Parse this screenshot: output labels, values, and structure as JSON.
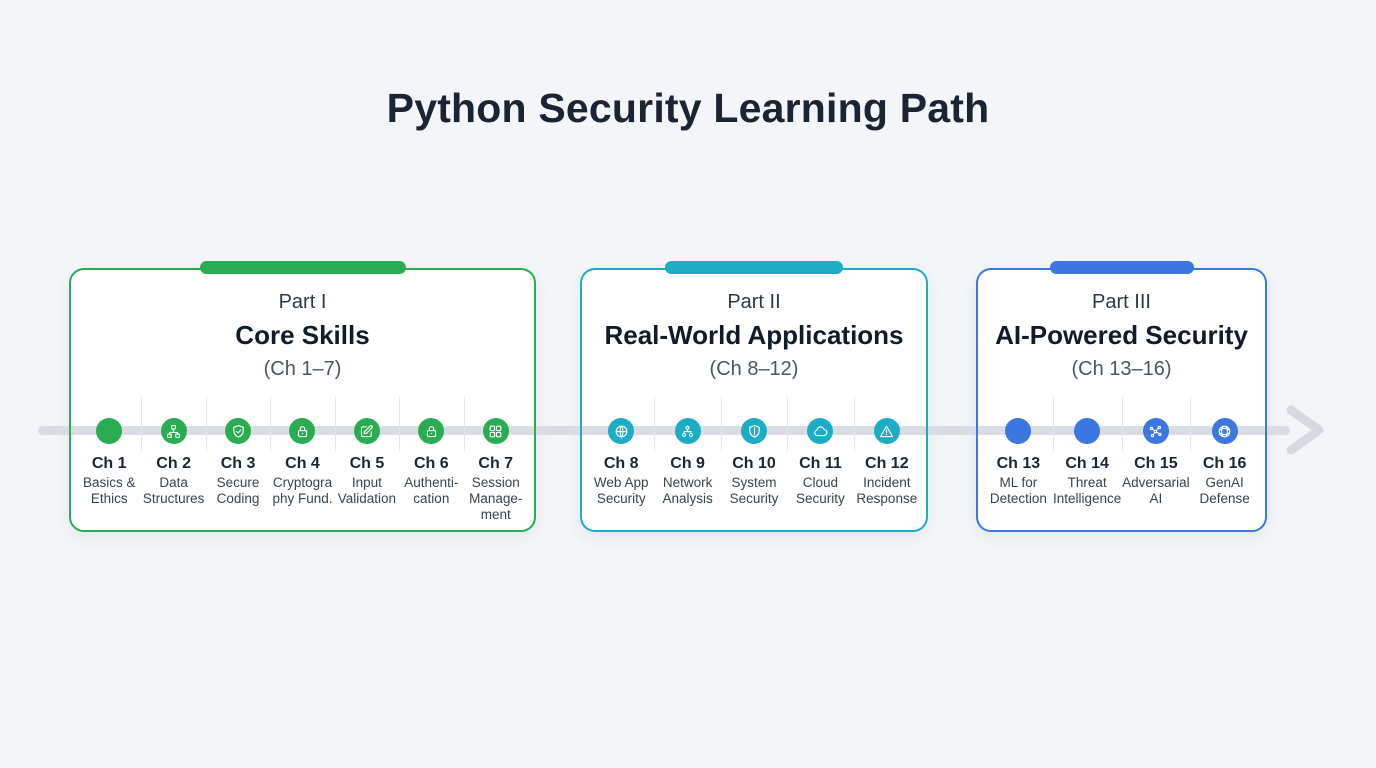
{
  "title": "Python Security Learning Path",
  "colors": {
    "background": "#f3f5f8",
    "timeline": "#d9dde3",
    "part1_accent": "#2aac52",
    "part2_accent": "#1cadc4",
    "part3_accent": "#3b76e1"
  },
  "timeline": {
    "arrow_icon": "arrow-right"
  },
  "cards": [
    {
      "part": "Part I",
      "name": "Core Skills",
      "range": "(Ch 1–7)",
      "accent": "#2aac52",
      "chapters": [
        {
          "label": "Ch 1",
          "desc": "Basics &\nEthics",
          "icon": "filled-dot"
        },
        {
          "label": "Ch 2",
          "desc": "Data\nStructures",
          "icon": "tree"
        },
        {
          "label": "Ch 3",
          "desc": "Secure\nCoding",
          "icon": "shield-check"
        },
        {
          "label": "Ch 4",
          "desc": "Cryptogra\nphy Fund.",
          "icon": "lock"
        },
        {
          "label": "Ch 5",
          "desc": "Input\nValidation",
          "icon": "edit"
        },
        {
          "label": "Ch 6",
          "desc": "Authenti-\ncation",
          "icon": "lock"
        },
        {
          "label": "Ch 7",
          "desc": "Session\nManage-\nment",
          "icon": "grid"
        }
      ]
    },
    {
      "part": "Part II",
      "name": "Real-World Applications",
      "range": "(Ch 8–12)",
      "accent": "#1cadc4",
      "chapters": [
        {
          "label": "Ch 8",
          "desc": "Web App\nSecurity",
          "icon": "globe"
        },
        {
          "label": "Ch 9",
          "desc": "Network\nAnalysis",
          "icon": "network"
        },
        {
          "label": "Ch 10",
          "desc": "System\nSecurity",
          "icon": "shield"
        },
        {
          "label": "Ch 11",
          "desc": "Cloud\nSecurity",
          "icon": "cloud"
        },
        {
          "label": "Ch 12",
          "desc": "Incident\nResponse",
          "icon": "warning-triangle"
        }
      ]
    },
    {
      "part": "Part III",
      "name": "AI-Powered Security",
      "range": "(Ch 13–16)",
      "accent": "#3b76e1",
      "chapters": [
        {
          "label": "Ch 13",
          "desc": "ML for\nDetection",
          "icon": "filled-dot"
        },
        {
          "label": "Ch 14",
          "desc": "Threat\nIntelligence",
          "icon": "filled-dot"
        },
        {
          "label": "Ch 15",
          "desc": "Adversarial\nAI",
          "icon": "neural-network"
        },
        {
          "label": "Ch 16",
          "desc": "GenAI\nDefense",
          "icon": "swirl"
        }
      ]
    }
  ]
}
